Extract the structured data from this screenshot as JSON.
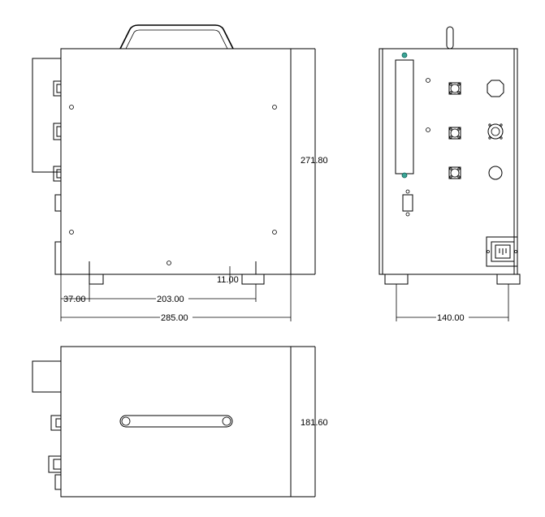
{
  "dimensions": {
    "height_side": "271.80",
    "depth_total": "285.00",
    "foot_spacing": "203.00",
    "foot_offset": "37.00",
    "foot_height": "11.00",
    "rear_foot_spacing": "140.00",
    "width_top": "181.60"
  },
  "colors": {
    "line": "#000000",
    "indicator": "#3aa596"
  }
}
